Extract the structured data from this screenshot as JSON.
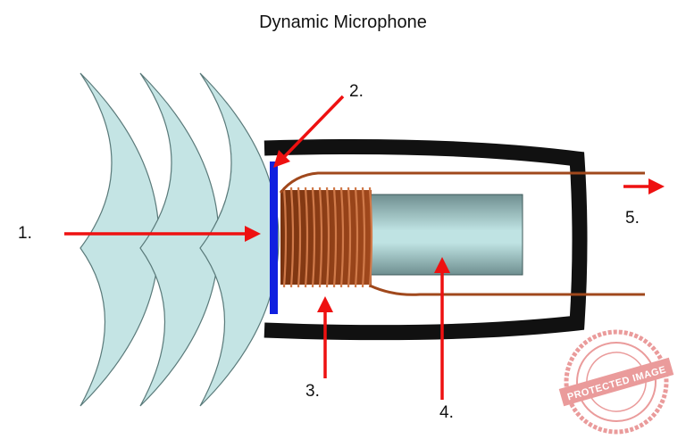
{
  "title": "Dynamic Microphone",
  "labels": {
    "one": "1.",
    "two": "2.",
    "three": "3.",
    "four": "4.",
    "five": "5."
  },
  "stamp": {
    "text": "PROTECTED IMAGE",
    "color": "#d94a4a"
  },
  "colors": {
    "wave_fill": "#c4e4e4",
    "wave_stroke": "#5a7a7a",
    "housing": "#111111",
    "diaphragm": "#1020e0",
    "coil": "#a0481c",
    "magnet_dark": "#6f8f90",
    "magnet_light": "#bfe3e3",
    "arrow": "#ee1111"
  }
}
